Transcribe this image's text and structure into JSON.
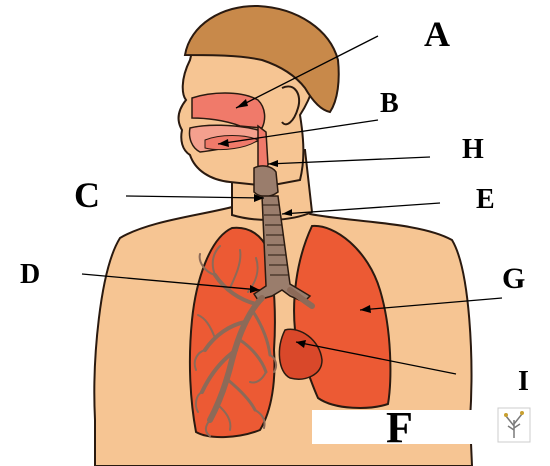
{
  "diagram": {
    "labels": {
      "A": "A",
      "B": "B",
      "H": "H",
      "C": "C",
      "E": "E",
      "D": "D",
      "G": "G",
      "I": "I",
      "F": "F"
    },
    "logo_icon": "tree-logo-icon",
    "colors": {
      "skin": "#f6c593",
      "hair": "#c8894a",
      "airway": "#f07a6a",
      "lung": "#ec5a34",
      "lung_dark": "#d9482a",
      "bronchi": "#8c6a58",
      "trachea": "#9a7d6c",
      "outline": "#2a1a10"
    }
  }
}
